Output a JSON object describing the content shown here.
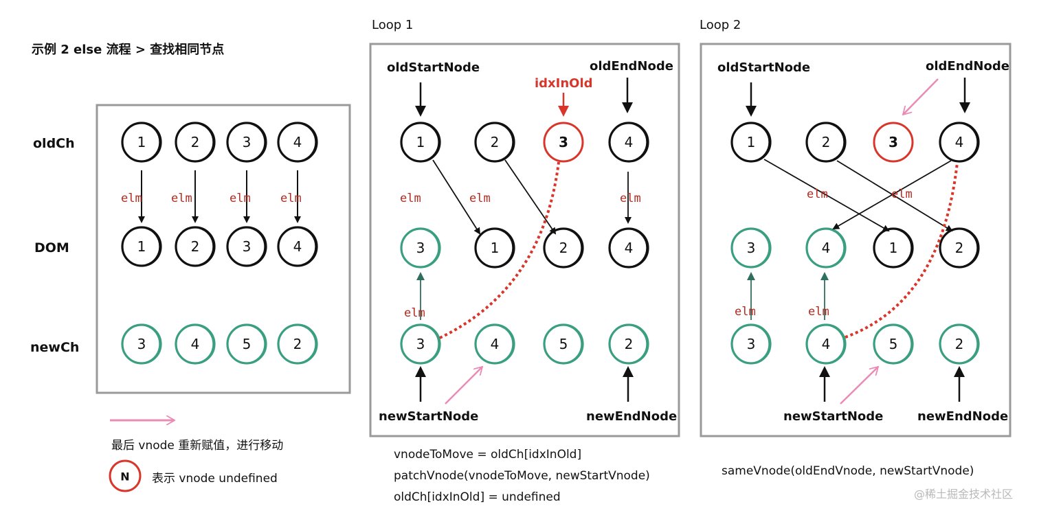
{
  "title": "示例 2  else 流程 > 查找相同节点",
  "row_labels": {
    "old": "oldCh",
    "dom": "DOM",
    "new": "newCh"
  },
  "elm_label": "elm",
  "colors": {
    "old": "#111111",
    "new": "#3a9e80",
    "highlight": "#d9362b",
    "pink": "#e98bb5",
    "frame": "#999999",
    "elm": "#b22a1f"
  },
  "example": {
    "oldCh": [
      "1",
      "2",
      "3",
      "4"
    ],
    "dom": [
      "1",
      "2",
      "3",
      "4"
    ],
    "newCh": [
      "3",
      "4",
      "5",
      "2"
    ]
  },
  "loop1": {
    "label": "Loop 1",
    "old_start_label": "oldStartNode",
    "old_end_label": "oldEndNode",
    "idx_label": "idxInOld",
    "new_start_label": "newStartNode",
    "new_end_label": "newEndNode",
    "oldCh": [
      "1",
      "2",
      "3",
      "4"
    ],
    "dom": [
      "3",
      "1",
      "2",
      "4"
    ],
    "newCh": [
      "3",
      "4",
      "5",
      "2"
    ],
    "code": [
      "vnodeToMove = oldCh[idxInOld]",
      "patchVnode(vnodeToMove, newStartVnode)",
      "oldCh[idxInOld] = undefined"
    ]
  },
  "loop2": {
    "label": "Loop 2",
    "old_start_label": "oldStartNode",
    "old_end_label": "oldEndNode",
    "new_start_label": "newStartNode",
    "new_end_label": "newEndNode",
    "oldCh": [
      "1",
      "2",
      "3",
      "4"
    ],
    "dom": [
      "3",
      "4",
      "1",
      "2"
    ],
    "newCh": [
      "3",
      "4",
      "5",
      "2"
    ],
    "code": [
      "sameVnode(oldEndVnode, newStartVnode)"
    ]
  },
  "legend": {
    "arrow_text": "最后 vnode 重新赋值，进行移动",
    "undefined_symbol": "N",
    "undefined_text": "表示 vnode undefined"
  },
  "watermark": "@稀土掘金技术社区"
}
